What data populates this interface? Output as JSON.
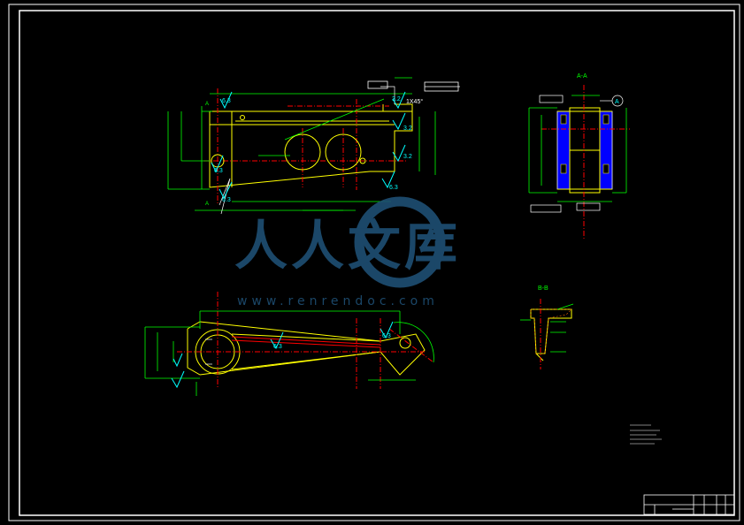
{
  "drawing": {
    "roughness": [
      "6.3",
      "6.3",
      "6.3",
      "3.2",
      "3.2",
      "3.2",
      "6.3",
      "6.3",
      "6.3"
    ],
    "chamfer": "1X45°",
    "datum_label": "A",
    "section_top_right_title": "A-A",
    "section_bottom_right_title": "B-B",
    "section_marker_left": "A",
    "watermark": {
      "chinese": "人人文库",
      "url": "www.renrendoc.com"
    }
  },
  "colors": {
    "background": "#000000",
    "frame": "#ffffff",
    "lines": "#ffff00",
    "dimensions": "#00ff00",
    "center": "#ff0000",
    "symbols": "#00ffff",
    "fill": "#0000ff",
    "watermark": "#1e4f74"
  }
}
